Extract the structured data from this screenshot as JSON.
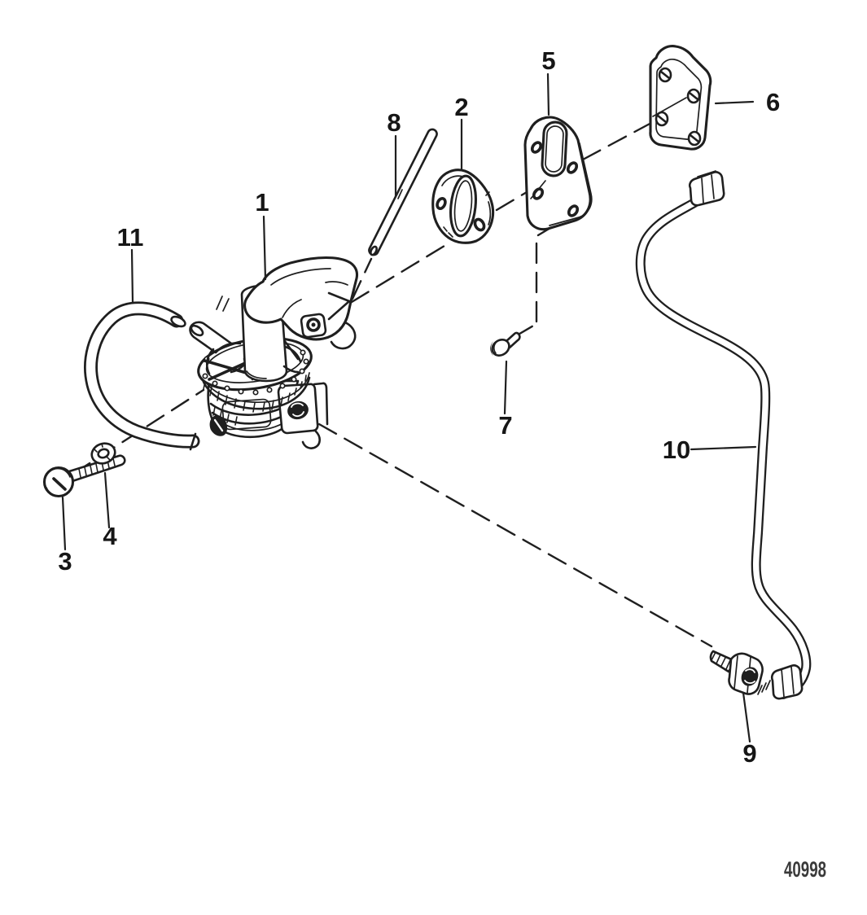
{
  "figure_number": "40998",
  "callouts": [
    {
      "label": "1"
    },
    {
      "label": "2"
    },
    {
      "label": "3"
    },
    {
      "label": "4"
    },
    {
      "label": "5"
    },
    {
      "label": "6"
    },
    {
      "label": "7"
    },
    {
      "label": "8"
    },
    {
      "label": "9"
    },
    {
      "label": "10"
    },
    {
      "label": "11"
    }
  ],
  "colors": {
    "line": "#1f1f1f",
    "label": "#161616",
    "figure": "#3a3a3a",
    "background": "#ffffff"
  }
}
